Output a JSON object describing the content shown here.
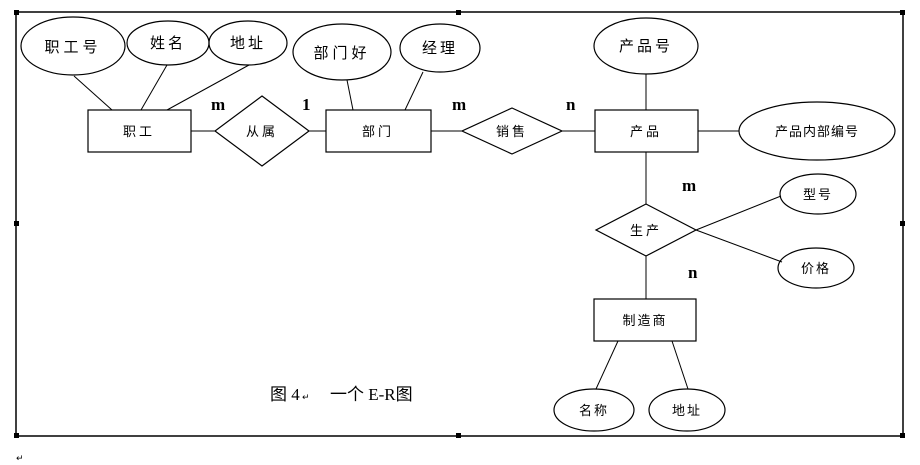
{
  "entities": [
    {
      "id": "employee",
      "label": "职工"
    },
    {
      "id": "department",
      "label": "部门"
    },
    {
      "id": "product",
      "label": "产品"
    },
    {
      "id": "manufacturer",
      "label": "制造商"
    }
  ],
  "relationships": [
    {
      "id": "belongs",
      "label": "从属",
      "from": "职工",
      "to": "部门",
      "card_from": "m",
      "card_to": "1"
    },
    {
      "id": "sales",
      "label": "销售",
      "from": "部门",
      "to": "产品",
      "card_from": "m",
      "card_to": "n"
    },
    {
      "id": "produce",
      "label": "生产",
      "from": "产品",
      "to": "制造商",
      "card_from": "m",
      "card_to": "n"
    }
  ],
  "attributes": [
    {
      "label": "职工号",
      "owner": "职工"
    },
    {
      "label": "姓名",
      "owner": "职工"
    },
    {
      "label": "地址",
      "owner": "职工"
    },
    {
      "label": "部门好",
      "owner": "部门"
    },
    {
      "label": "经理",
      "owner": "部门"
    },
    {
      "label": "产品号",
      "owner": "产品"
    },
    {
      "label": "产品内部编号",
      "owner": "产品"
    },
    {
      "label": "型号",
      "owner": "生产"
    },
    {
      "label": "价格",
      "owner": "生产"
    },
    {
      "label": "名称",
      "owner": "制造商"
    },
    {
      "label": "地址",
      "owner": "制造商"
    }
  ],
  "caption": {
    "figure": "图 4",
    "title": "一个 E-R图"
  },
  "paragraph_mark": "↵"
}
